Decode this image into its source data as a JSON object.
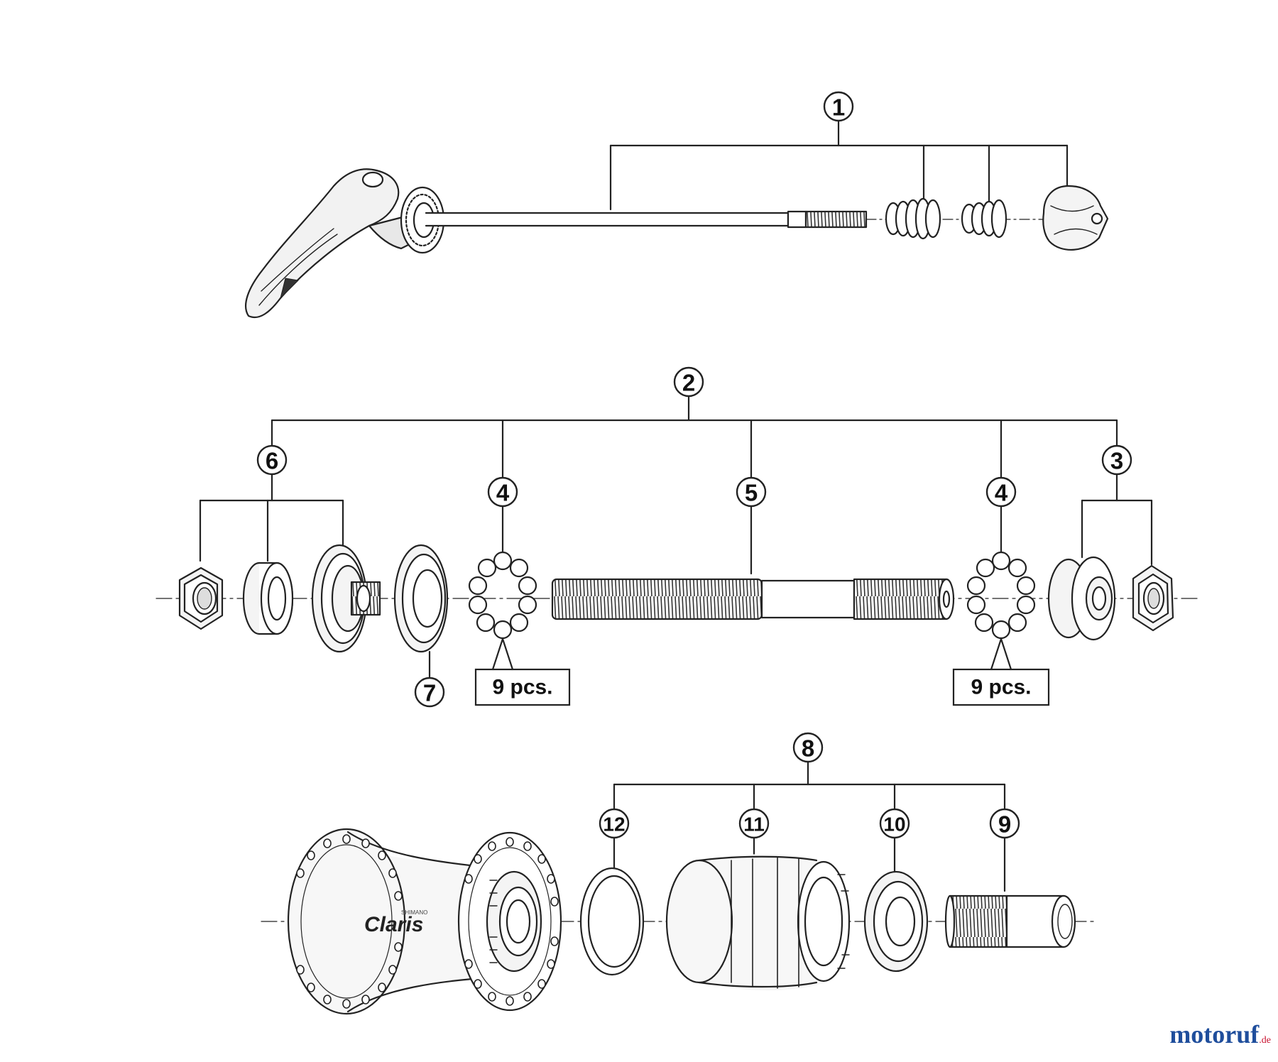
{
  "callouts": {
    "c1": "1",
    "c2": "2",
    "c3": "3",
    "c4a": "4",
    "c4b": "4",
    "c5": "5",
    "c6": "6",
    "c7": "7",
    "c8": "8",
    "c9": "9",
    "c10": "10",
    "c11": "11",
    "c12": "12"
  },
  "quantity_labels": {
    "left": "9 pcs.",
    "right": "9 pcs."
  },
  "hub_branding": {
    "series": "Claris",
    "maker": "SHIMANO"
  },
  "watermark": {
    "text": "motoruf",
    "suffix": ".de",
    "color": "#1f4e9c",
    "dot_color": "#c8102e"
  },
  "colors": {
    "line": "#222222",
    "background": "#ffffff"
  }
}
